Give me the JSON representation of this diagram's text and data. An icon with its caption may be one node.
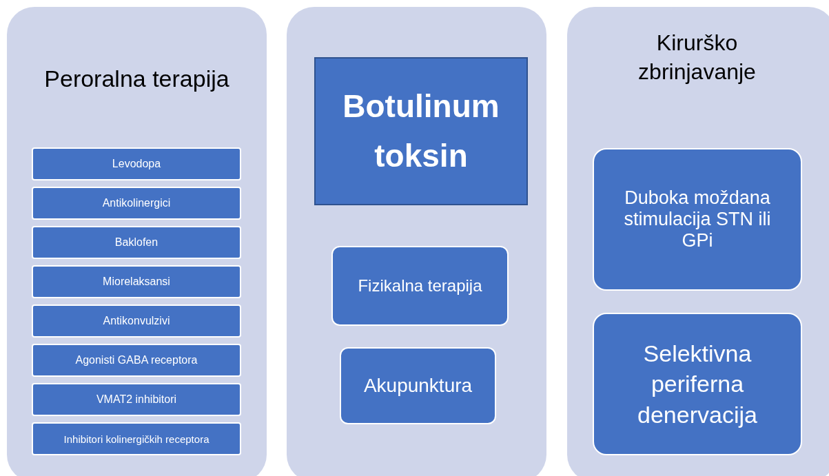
{
  "diagram": {
    "nodes": [
      {
        "text": [
          "Peroralna terapija"
        ]
      },
      {
        "text": [
          "Levodopa"
        ],
        "in": 0
      },
      {
        "text": [
          "Antikolinergici"
        ],
        "in": 0
      },
      {
        "text": [
          "Baklofen"
        ],
        "in": 0
      },
      {
        "text": [
          "Miorelaksansi"
        ],
        "in": 0
      },
      {
        "text": [
          "Antikonvulzivi"
        ],
        "in": 0
      },
      {
        "text": [
          "Agonisti GABA receptora"
        ],
        "in": 0
      },
      {
        "text": [
          "VMAT2 inhibitori"
        ],
        "in": 0
      },
      {
        "text": [
          "Inhibitori kolinergičkih receptora"
        ],
        "in": 0
      },
      {
        "text": [],
        "shape": "box"
      },
      {
        "text": [
          "Botulinum toksin"
        ],
        "in": 9
      },
      {
        "text": [
          "Fizikalna terapija"
        ],
        "in": 9
      },
      {
        "text": [
          "Akupunktura"
        ],
        "in": 9
      },
      {
        "text": [
          "Kirurško zbrinjavanje"
        ]
      },
      {
        "text": [
          "Duboka moždana stimulacija STN ili GPi"
        ],
        "in": 13
      },
      {
        "text": [
          "Selektivna periferna denervacija"
        ],
        "in": 13
      }
    ],
    "edges": []
  }
}
